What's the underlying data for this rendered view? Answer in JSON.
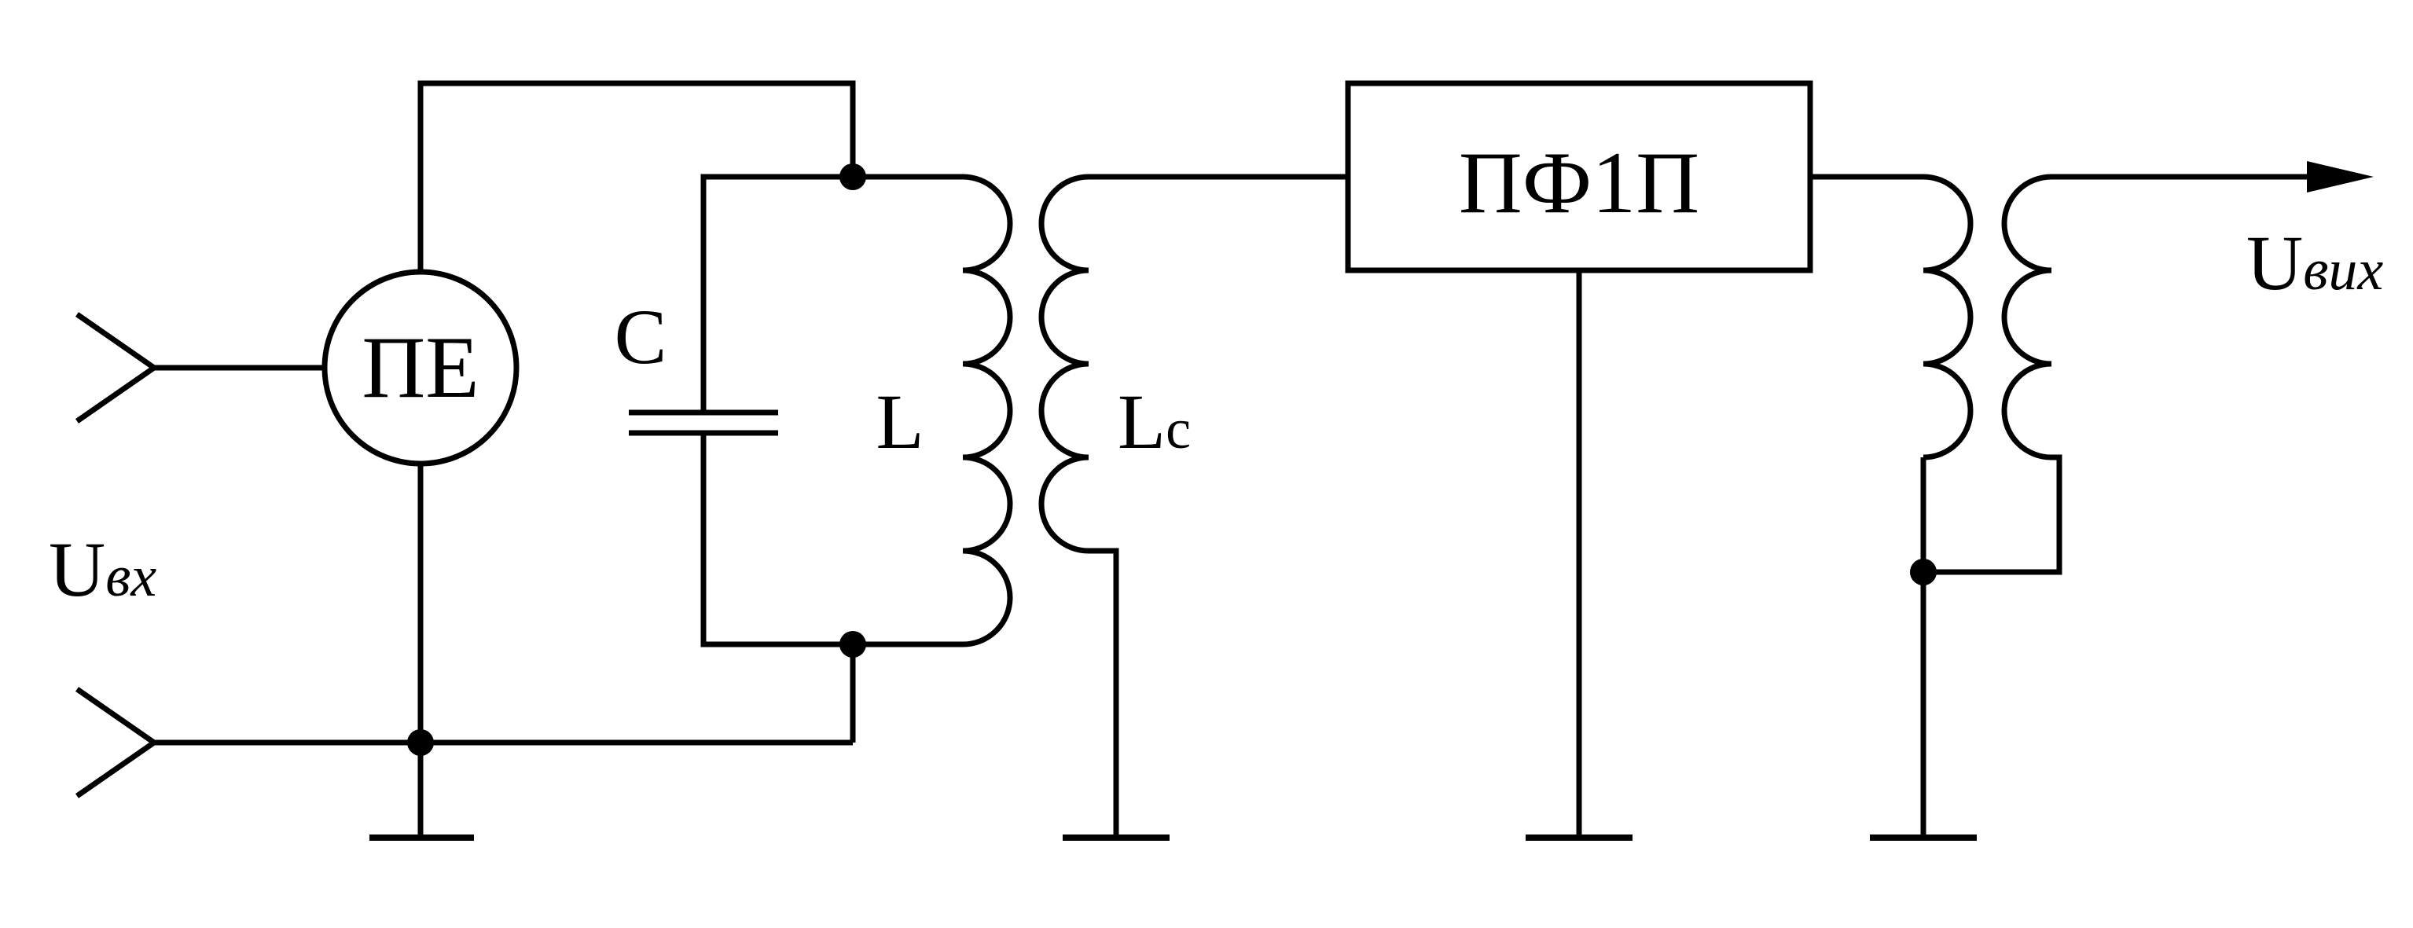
{
  "labels": {
    "input_voltage_main": "U",
    "input_voltage_sub": "вх",
    "converter": "ПЕ",
    "capacitor": "C",
    "inductor": "L",
    "coupling_coil_main": "L",
    "coupling_coil_sub": "c",
    "filter": "ПФ1П",
    "output_voltage_main": "U",
    "output_voltage_sub": "вих"
  }
}
